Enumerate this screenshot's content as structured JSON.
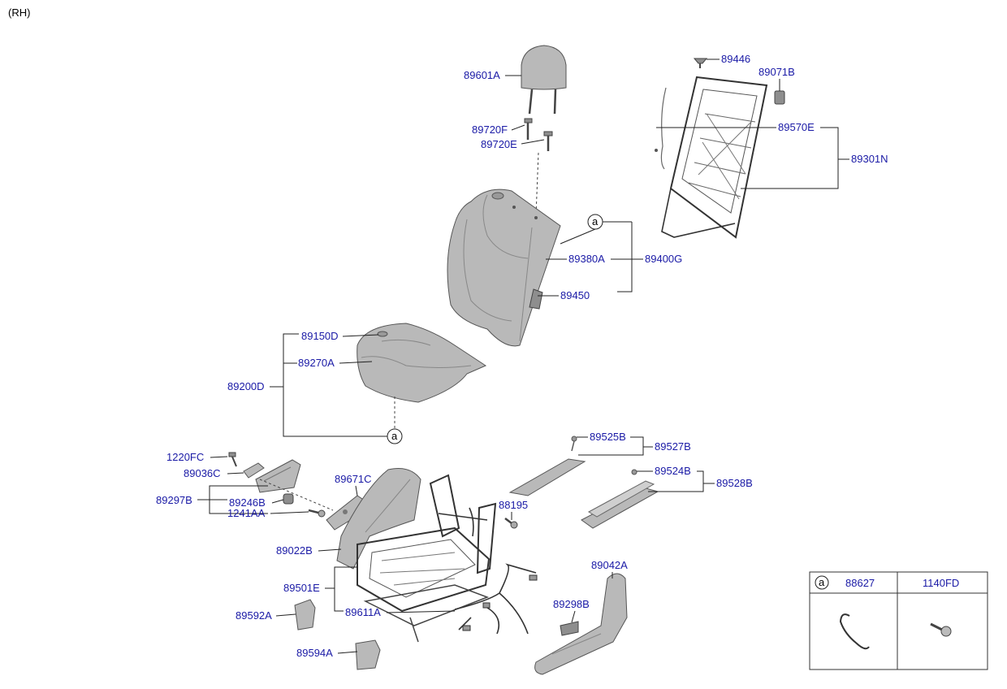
{
  "diagram": {
    "variant": "(RH)",
    "callout_ref": "a",
    "labels": {
      "p89601A": "89601A",
      "p89720F": "89720F",
      "p89720E": "89720E",
      "p89446": "89446",
      "p89071B": "89071B",
      "p89570E": "89570E",
      "p89301N": "89301N",
      "p89380A": "89380A",
      "p89400G": "89400G",
      "p89450": "89450",
      "p89150D": "89150D",
      "p89270A": "89270A",
      "p89200D": "89200D",
      "p89525B": "89525B",
      "p89527B": "89527B",
      "p89524B": "89524B",
      "p89528B": "89528B",
      "p1220FC": "1220FC",
      "p89036C": "89036C",
      "p89671C": "89671C",
      "p89297B": "89297B",
      "p89246B": "89246B",
      "p1241AA": "1241AA",
      "p88195": "88195",
      "p89022B": "89022B",
      "p89042A": "89042A",
      "p89501E": "89501E",
      "p89298B": "89298B",
      "p89592A": "89592A",
      "p89611A": "89611A",
      "p89594A": "89594A"
    },
    "legend_table": {
      "ref": "a",
      "col1": "88627",
      "col2": "1140FD"
    }
  }
}
